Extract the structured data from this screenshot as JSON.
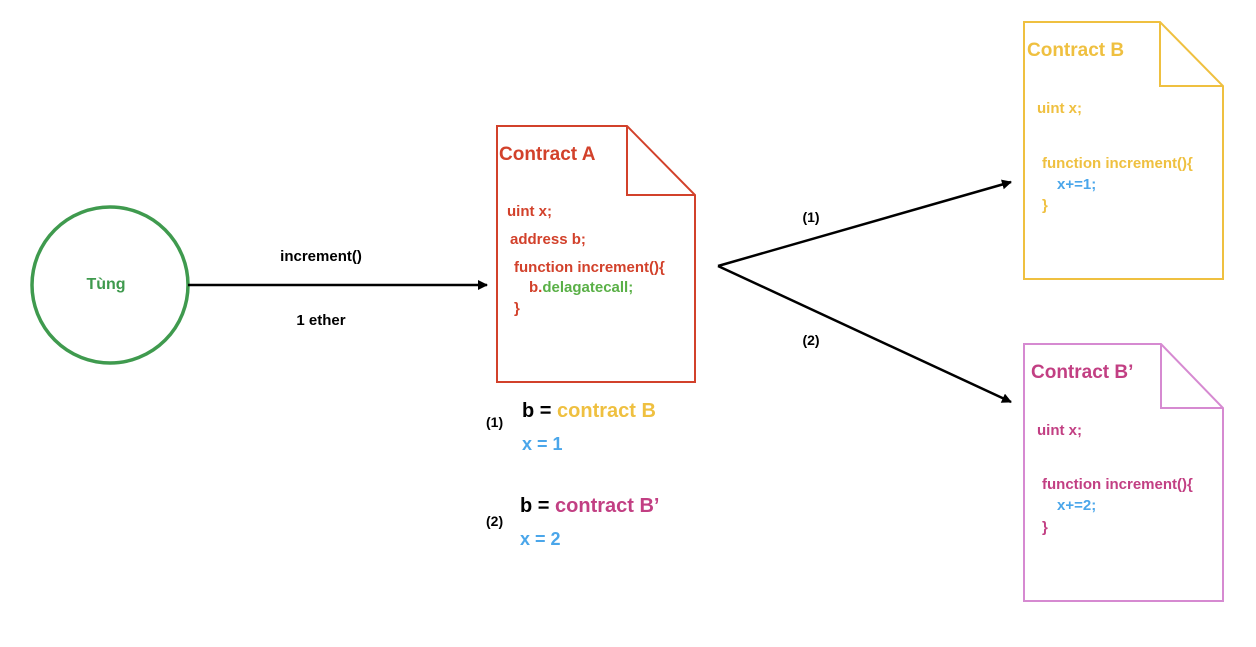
{
  "colors": {
    "user": "#3f9a4e",
    "contract_a": "#d2412b",
    "contract_b": "#efc040",
    "contract_b_prime": "#c23f83",
    "call": "#5ab047",
    "value_blue": "#4aa6ea",
    "black": "#000000",
    "b_prime_border": "#d68ad1"
  },
  "user": {
    "name": "Tùng"
  },
  "call_arrow": {
    "function_label": "increment()",
    "value_label": "1 ether"
  },
  "contract_a": {
    "title": "Contract A",
    "line_uint": "uint x;",
    "line_address": "address b;",
    "line_func": "function increment(){",
    "line_call_prefix": "b.",
    "line_call_method": "delagatecall;",
    "line_close": "}"
  },
  "branches": {
    "upper_label": "(1)",
    "lower_label": "(2)"
  },
  "contract_b": {
    "title": "Contract B",
    "line_uint": "uint x;",
    "line_func": "function increment(){",
    "line_body": "x+=1;",
    "line_close": "}"
  },
  "contract_b_prime": {
    "title": "Contract B’",
    "line_uint": "uint x;",
    "line_func": "function increment(){",
    "line_body": "x+=2;",
    "line_close": "}"
  },
  "results": {
    "case1": {
      "label": "(1)",
      "b_prefix": "b = ",
      "b_value": "contract B",
      "x_result": "x = 1"
    },
    "case2": {
      "label": "(2)",
      "b_prefix": "b = ",
      "b_value": "contract B’",
      "x_result": "x = 2"
    }
  }
}
